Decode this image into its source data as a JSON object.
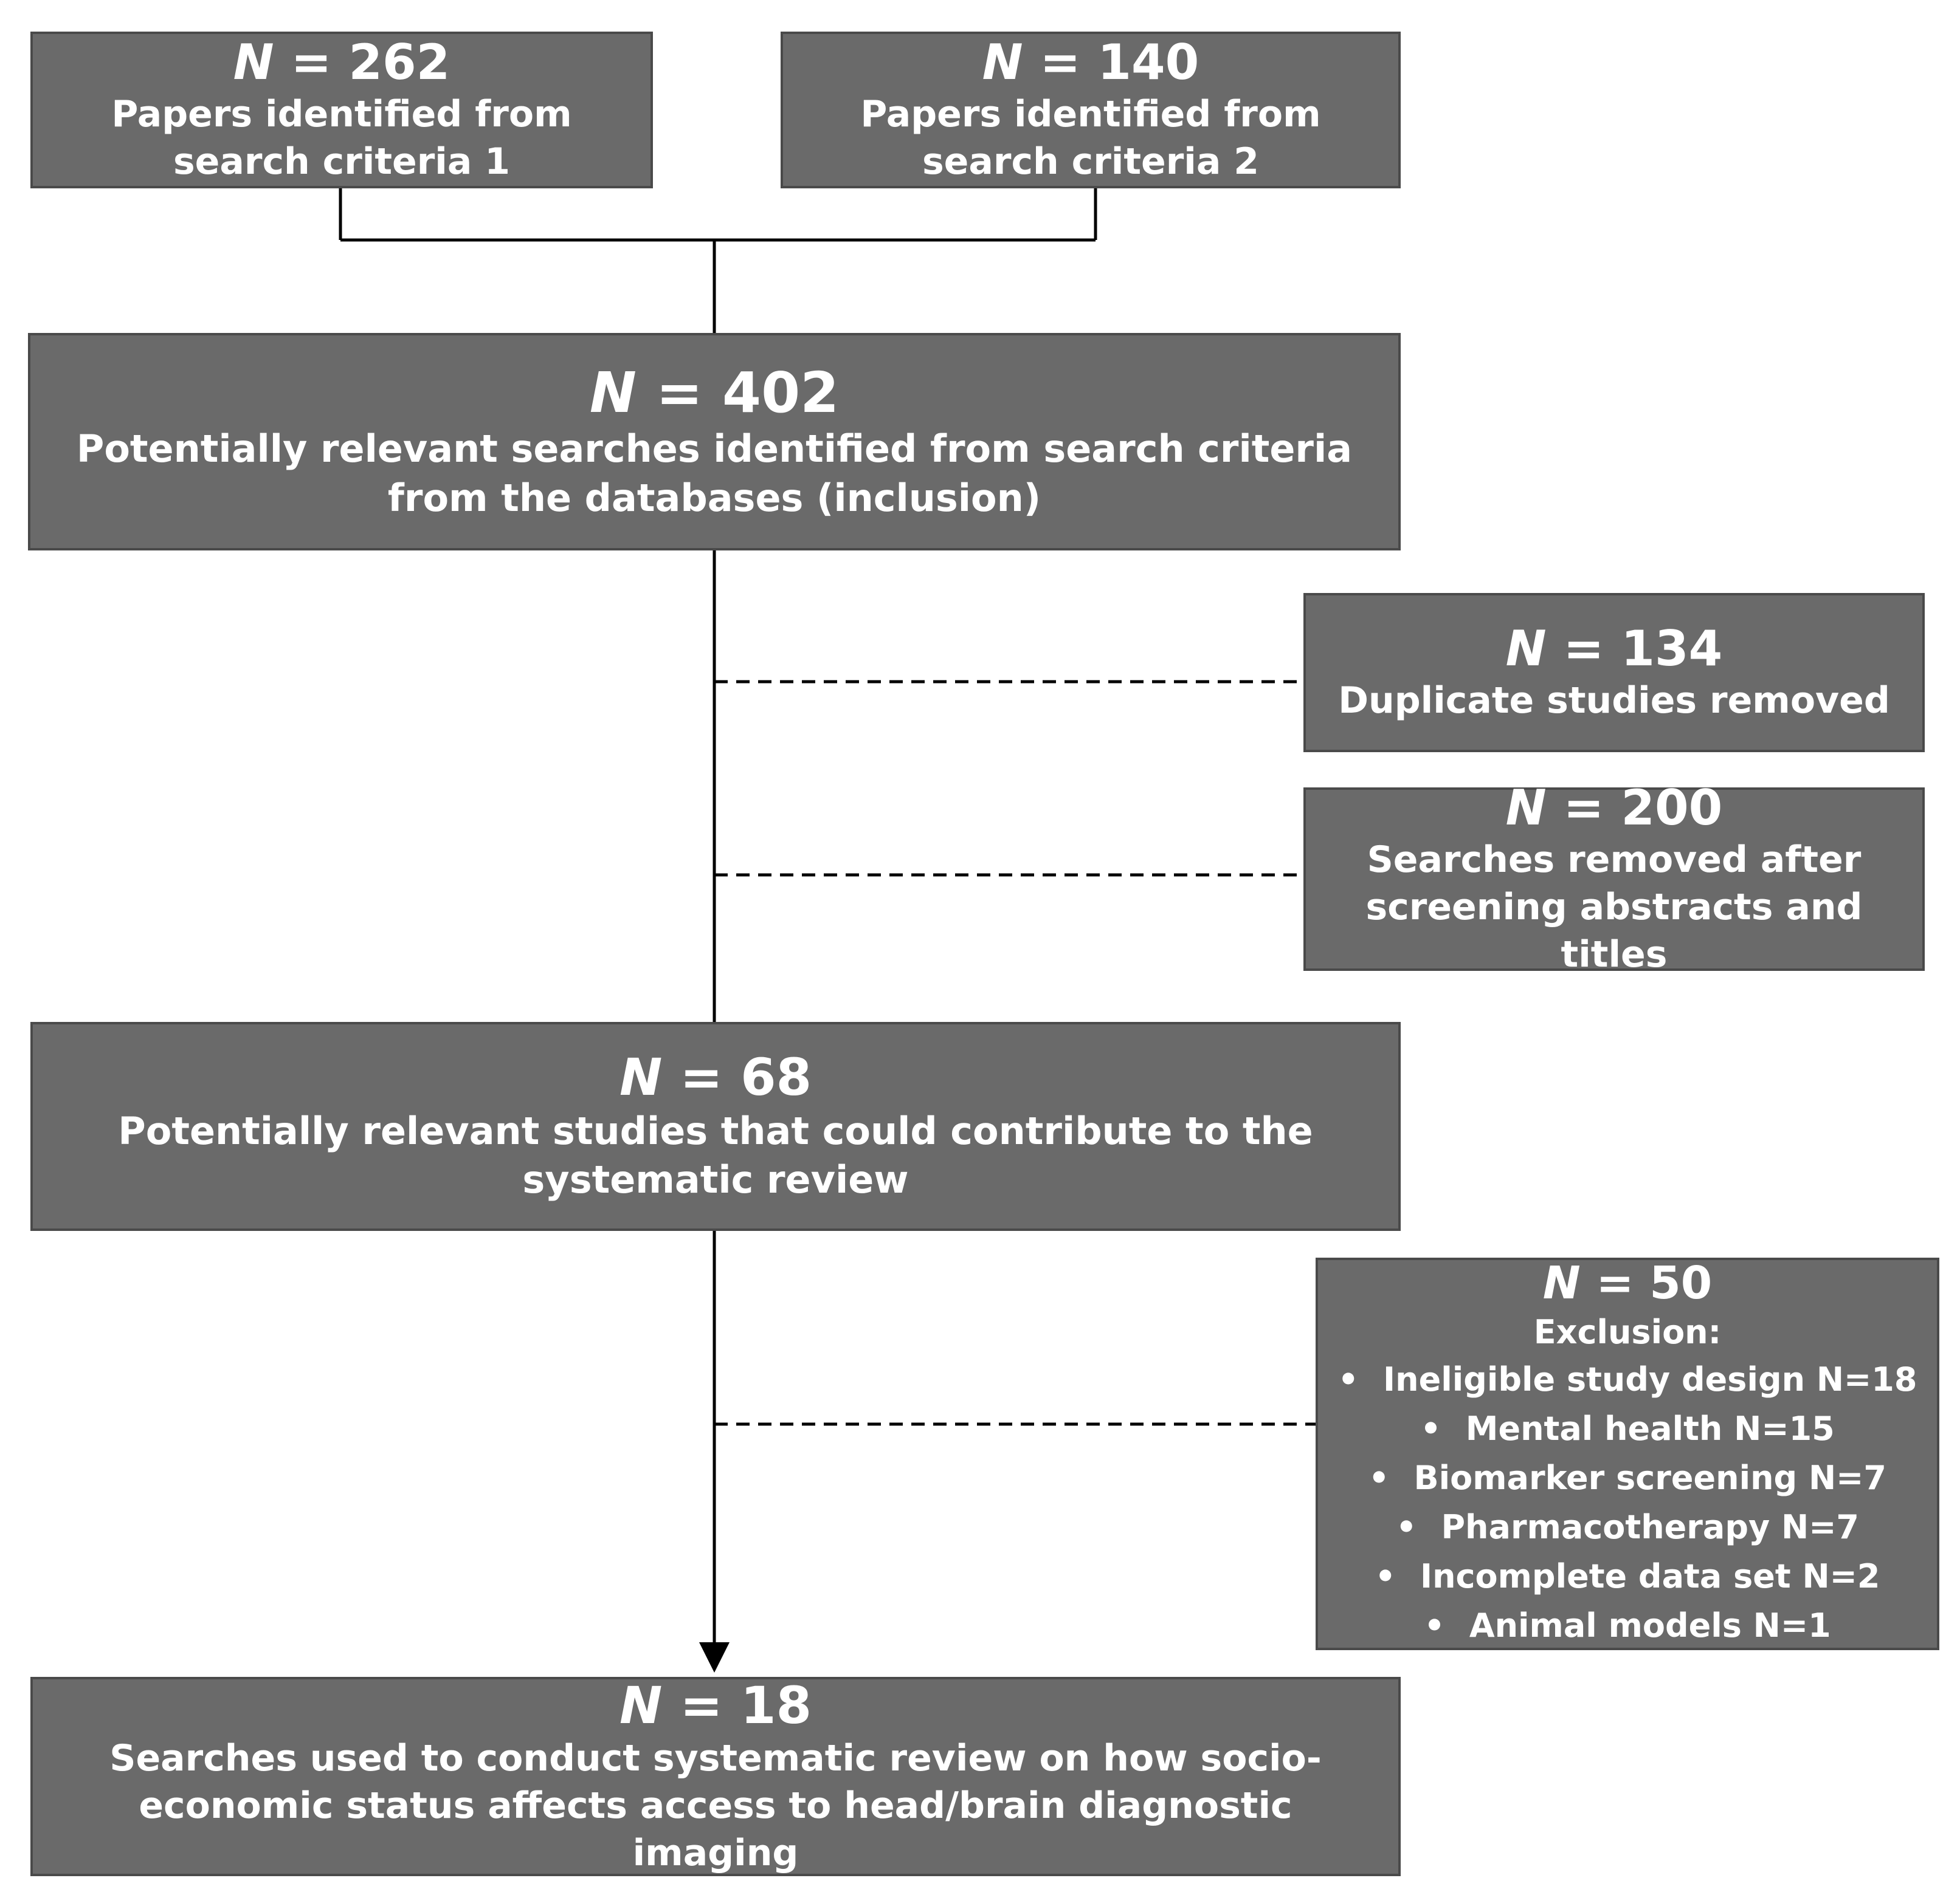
{
  "boxes": {
    "search1": {
      "n_label": "N",
      "n_value": "= 262",
      "desc": "Papers identified from search criteria 1"
    },
    "search2": {
      "n_label": "N",
      "n_value": "= 140",
      "desc": "Papers identified from search criteria 2"
    },
    "combined": {
      "n_label": "N",
      "n_value": "= 402",
      "desc": "Potentially relevant searches identified from search criteria from the databases (inclusion)"
    },
    "duplicates": {
      "n_label": "N",
      "n_value": "= 134",
      "desc": "Duplicate studies removed"
    },
    "screened": {
      "n_label": "N",
      "n_value": "= 200",
      "desc": "Searches removed after screening abstracts and titles"
    },
    "relevant": {
      "n_label": "N",
      "n_value": "= 68",
      "desc": "Potentially relevant studies that could contribute to the systematic review"
    },
    "excluded": {
      "n_label": "N",
      "n_value": "= 50",
      "title": "Exclusion:",
      "items": [
        "Ineligible study design N=18",
        "Mental health N=15",
        "Biomarker screening N=7",
        "Pharmacotherapy N=7",
        "Incomplete data set N=2",
        "Animal models N=1"
      ]
    },
    "final": {
      "n_label": "N",
      "n_value": "= 18",
      "desc": "Searches used to conduct systematic review on how socio-economic status affects access to head/brain diagnostic imaging"
    }
  },
  "bullet_glyph": "•",
  "colors": {
    "box_fill": "#6a6a6a",
    "box_border": "#4a4a4a",
    "text": "#ffffff",
    "line": "#000000"
  }
}
